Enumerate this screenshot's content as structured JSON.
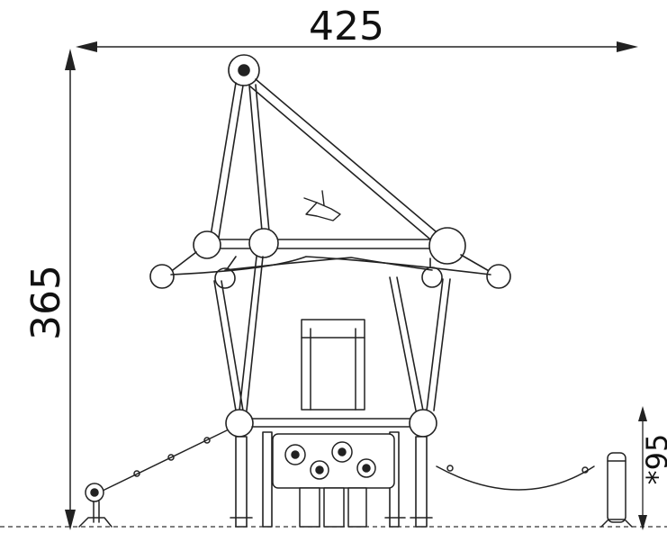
{
  "dimensions": {
    "width_label": "425",
    "height_label": "365",
    "side_label": "*95"
  },
  "colors": {
    "line": "#222222",
    "background": "#ffffff"
  }
}
